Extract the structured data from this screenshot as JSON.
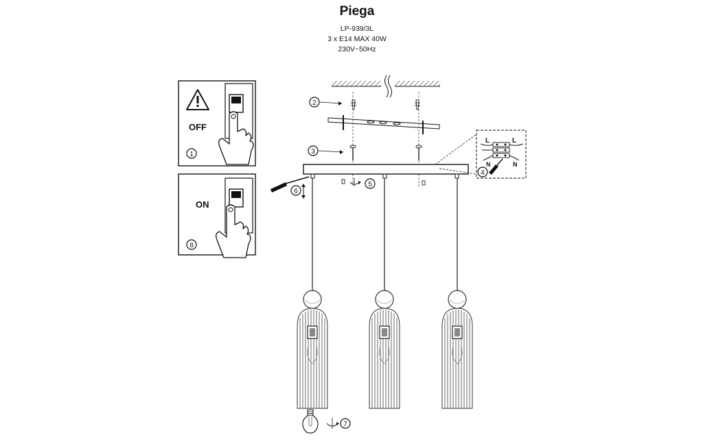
{
  "header": {
    "title": "Piega",
    "model": "LP-939/3L",
    "spec": "3 x E14 MAX 40W",
    "voltage": "230V~50Hz"
  },
  "panels": {
    "off": {
      "label": "OFF",
      "step": "1"
    },
    "on": {
      "label": "ON",
      "step": "8"
    }
  },
  "steps": {
    "s2": "2",
    "s3": "3",
    "s4": "4",
    "s5": "5",
    "s6": "6",
    "s7": "7"
  },
  "wiring": {
    "live": "L",
    "neutral": "N"
  }
}
